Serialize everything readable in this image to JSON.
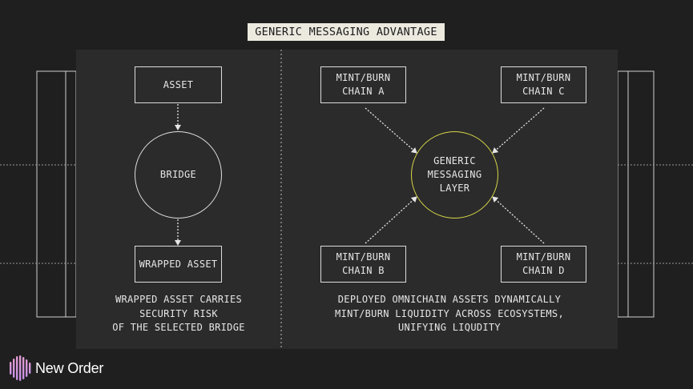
{
  "title": "GENERIC MESSAGING ADVANTAGE",
  "left": {
    "asset_label": "ASSET",
    "bridge_label": "BRIDGE",
    "wrapped_label": "WRAPPED ASSET",
    "caption": "WRAPPED ASSET CARRIES\nSECURITY RISK\nOF THE SELECTED BRIDGE"
  },
  "right": {
    "chain_a": "MINT/BURN\nCHAIN A",
    "chain_c": "MINT/BURN\nCHAIN C",
    "chain_b": "MINT/BURN\nCHAIN B",
    "chain_d": "MINT/BURN\nCHAIN D",
    "hub_label": "GENERIC\nMESSAGING\nLAYER",
    "caption": "DEPLOYED OMNICHAIN ASSETS DYNAMICALLY\nMINT/BURN LIQUIDITY ACROSS ECOSYSTEMS,\nUNIFYING LIQUDITY"
  },
  "brand": {
    "name": "New Order",
    "hub_color": "#d6d64a",
    "accent_color": "#c49af0"
  }
}
